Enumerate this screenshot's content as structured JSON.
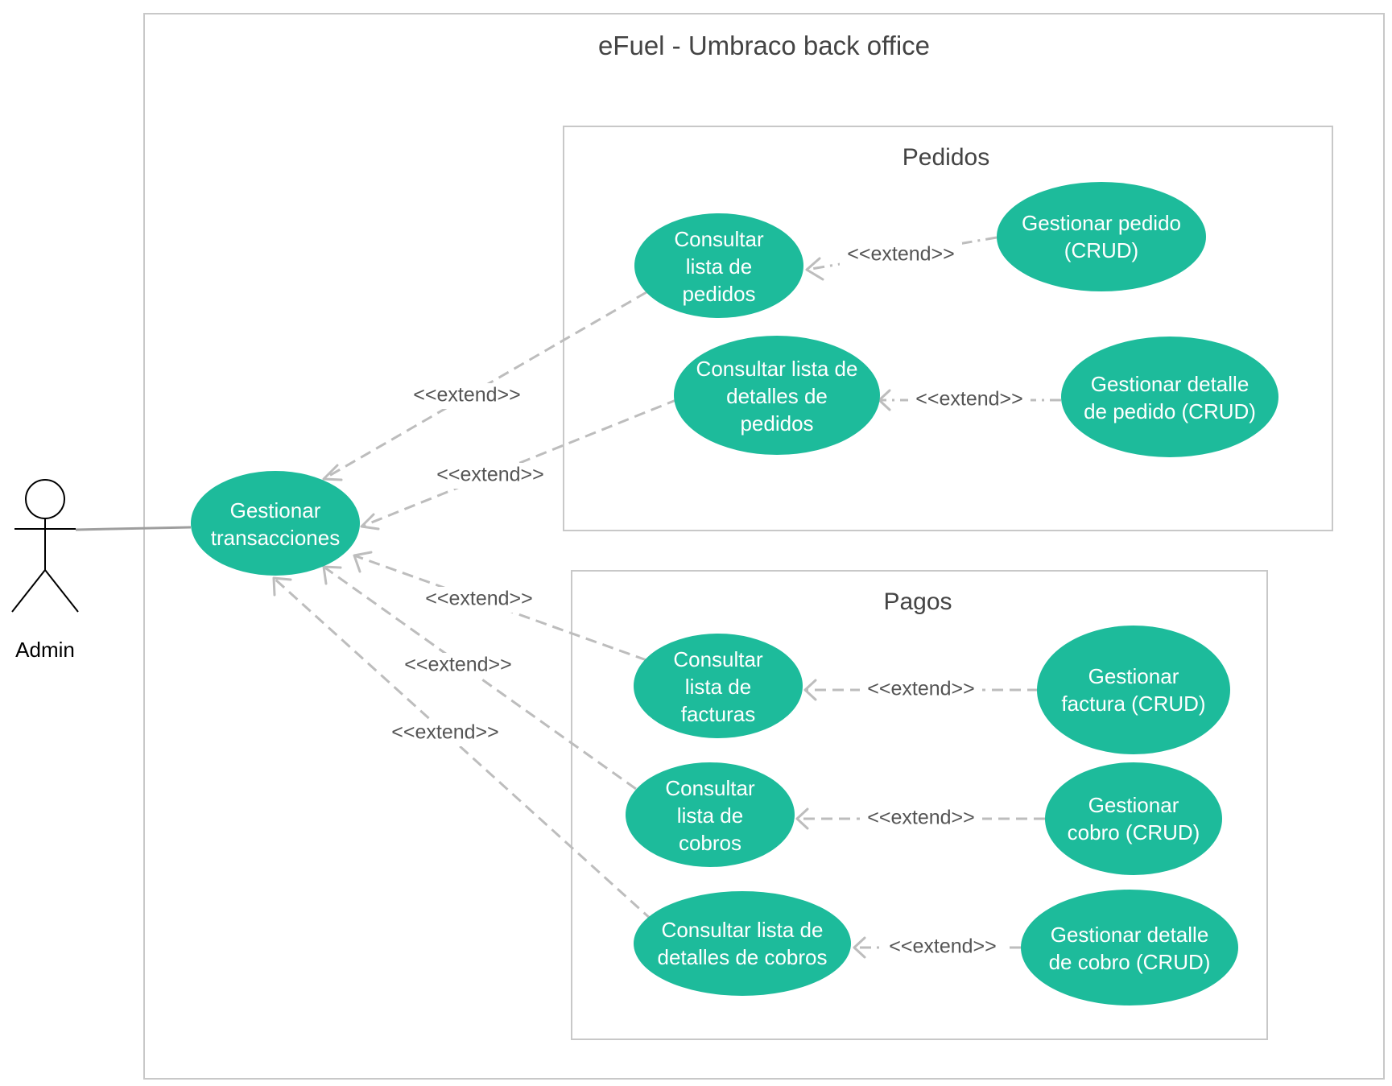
{
  "system": {
    "title": "eFuel - Umbraco back office"
  },
  "actor": {
    "label": "Admin"
  },
  "packages": {
    "pedidos": {
      "title": "Pedidos"
    },
    "pagos": {
      "title": "Pagos"
    }
  },
  "use_cases": {
    "gestionar_transacciones": [
      "Gestionar",
      "transacciones"
    ],
    "consultar_pedidos": [
      "Consultar",
      "lista de",
      "pedidos"
    ],
    "gestionar_pedido": [
      "Gestionar pedido",
      "(CRUD)"
    ],
    "consultar_detalles_pedidos": [
      "Consultar lista de",
      "detalles de",
      "pedidos"
    ],
    "gestionar_detalle_pedido": [
      "Gestionar detalle",
      "de pedido (CRUD)"
    ],
    "consultar_facturas": [
      "Consultar",
      "lista de",
      "facturas"
    ],
    "gestionar_factura": [
      "Gestionar",
      "factura (CRUD)"
    ],
    "consultar_cobros": [
      "Consultar",
      "lista de",
      "cobros"
    ],
    "gestionar_cobro": [
      "Gestionar",
      "cobro (CRUD)"
    ],
    "consultar_detalles_cobros": [
      "Consultar lista de",
      "detalles de cobros"
    ],
    "gestionar_detalle_cobro": [
      "Gestionar detalle",
      "de cobro (CRUD)"
    ]
  },
  "relations": {
    "extend_label": "<<extend>>"
  }
}
